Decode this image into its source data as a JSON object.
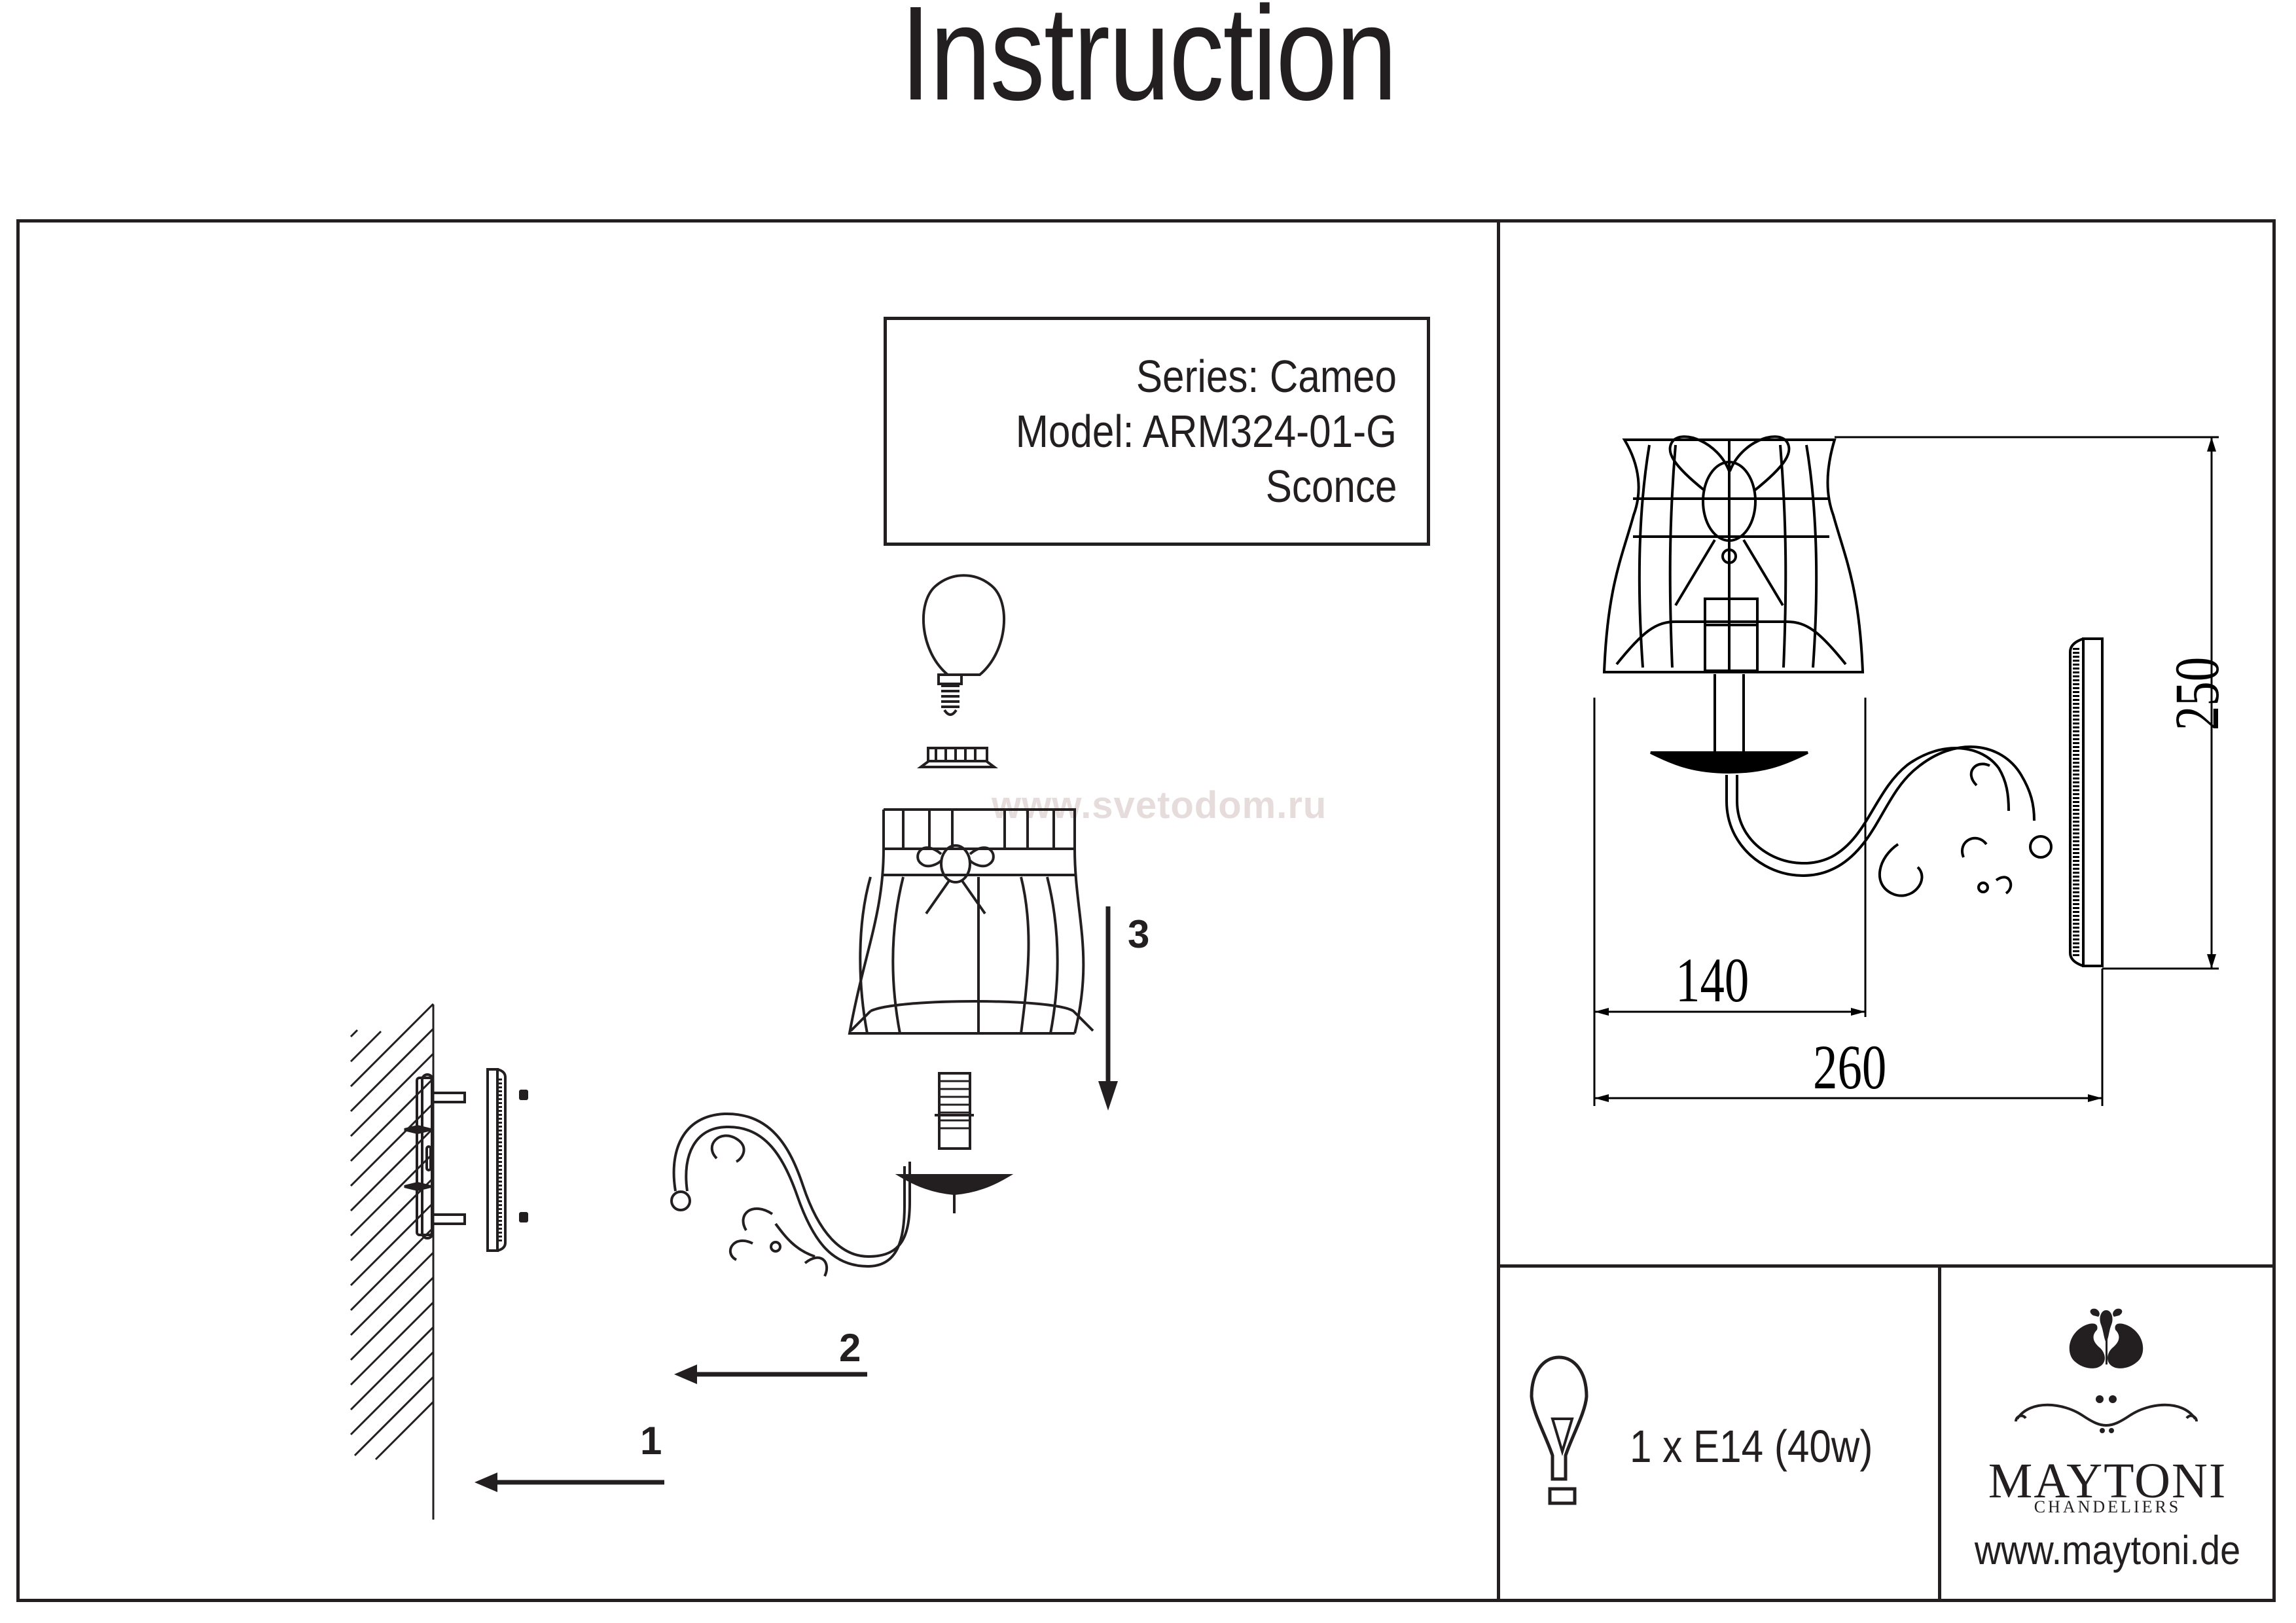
{
  "document": {
    "title": "Instruction",
    "watermark": "www.svetodom.ru"
  },
  "product_info": {
    "series": "Series: Cameo",
    "model": "Model: ARM324-01-G",
    "type": "Sconce"
  },
  "assembly": {
    "steps": [
      {
        "number": "1",
        "description_icon": "arrow-left-icon"
      },
      {
        "number": "2",
        "description_icon": "arrow-left-icon"
      },
      {
        "number": "3",
        "description_icon": "arrow-down-icon"
      }
    ],
    "parts": [
      "wall",
      "mounting-bracket",
      "wall-plate",
      "decorative-nuts",
      "sconce-arm",
      "candle-socket",
      "lampshade",
      "shade-ring",
      "light-bulb"
    ]
  },
  "dimensions": {
    "unit": "mm",
    "height": "250",
    "shade_projection": "140",
    "total_projection": "260"
  },
  "bulb_spec": {
    "text": "1 x E14 (40w)",
    "icon": "light-bulb-icon"
  },
  "brand": {
    "name": "MAYTONI",
    "subtitle": "CHANDELIERS",
    "url": "www.maytoni.de",
    "logo_icon": "ornament-logo-icon"
  },
  "colors": {
    "ink": "#231f20",
    "watermark": "#e6dcdc",
    "background": "#ffffff"
  }
}
